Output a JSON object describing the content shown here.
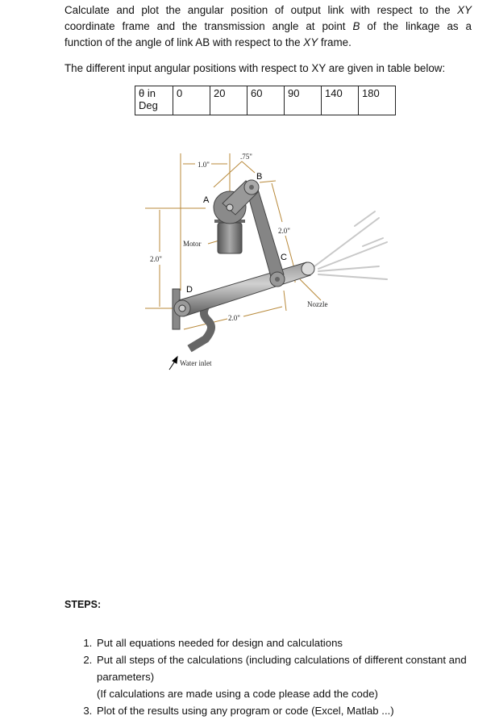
{
  "problem": {
    "line1_pre": "Calculate and plot the angular position of output link with respect to the ",
    "line1_xy": "XY",
    "line2_pre": "coordinate frame and the transmission angle at point ",
    "line2_b": "B",
    "line2_post": " of the linkage as a",
    "line3_pre": "function of the angle of link AB with respect to the ",
    "line3_xy": "XY",
    "line3_post": " frame.",
    "table_intro": "The different input angular positions with respect to XY are given in table below:"
  },
  "table": {
    "header": "θ in Deg",
    "values": [
      "0",
      "20",
      "60",
      "90",
      "140",
      "180"
    ]
  },
  "figure": {
    "labels": {
      "A": "A",
      "B": "B",
      "C": "C",
      "D": "D"
    },
    "dim_1_0": "1.0\"",
    "dim_075": ".75\"",
    "dim_bc": "2.0\"",
    "dim_vert": "2.0\"",
    "dim_cd": "2.0\"",
    "motor": "Motor",
    "nozzle": "Nozzle",
    "water_inlet": "Water inlet",
    "colors": {
      "dimension": "#b8893a",
      "metal": "#7a7a7a"
    }
  },
  "steps": {
    "title": "STEPS:",
    "items": [
      "Put all equations needed for design and calculations",
      "Put all steps of the calculations (including calculations of different constant and parameters)",
      "Plot of the results using any program or code (Excel, Matlab ...)"
    ],
    "item2_note": "(If calculations are made using a code please add the code)"
  }
}
